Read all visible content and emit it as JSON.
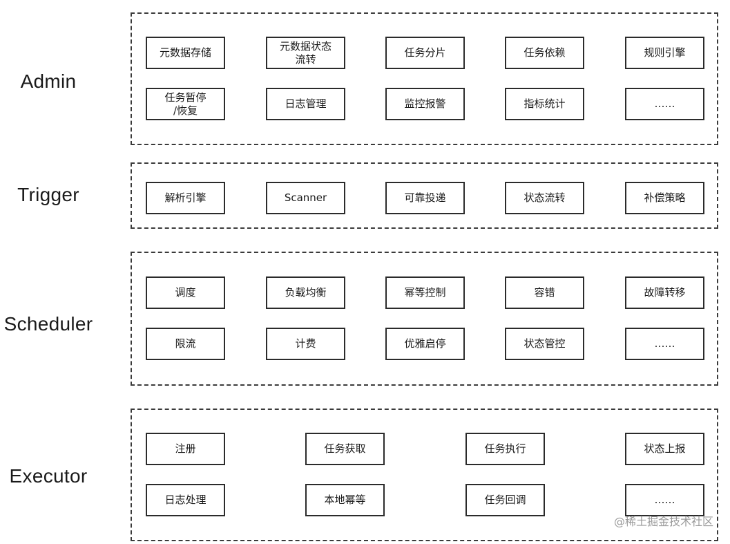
{
  "layers": [
    {
      "name": "Admin",
      "rows": [
        [
          "元数据存储",
          "元数据状态\n流转",
          "任务分片",
          "任务依赖",
          "规则引擎"
        ],
        [
          "任务暂停\n/恢复",
          "日志管理",
          "监控报警",
          "指标统计",
          "……"
        ]
      ]
    },
    {
      "name": "Trigger",
      "rows": [
        [
          "解析引擎",
          "Scanner",
          "可靠投递",
          "状态流转",
          "补偿策略"
        ]
      ]
    },
    {
      "name": "Scheduler",
      "rows": [
        [
          "调度",
          "负载均衡",
          "幂等控制",
          "容错",
          "故障转移"
        ],
        [
          "限流",
          "计费",
          "优雅启停",
          "状态管控",
          "……"
        ]
      ]
    },
    {
      "name": "Executor",
      "rows": [
        [
          "注册",
          "任务获取",
          "任务执行",
          "状态上报"
        ],
        [
          "日志处理",
          "本地幂等",
          "任务回调",
          "……"
        ]
      ]
    }
  ],
  "watermark": "@稀土掘金技术社区"
}
